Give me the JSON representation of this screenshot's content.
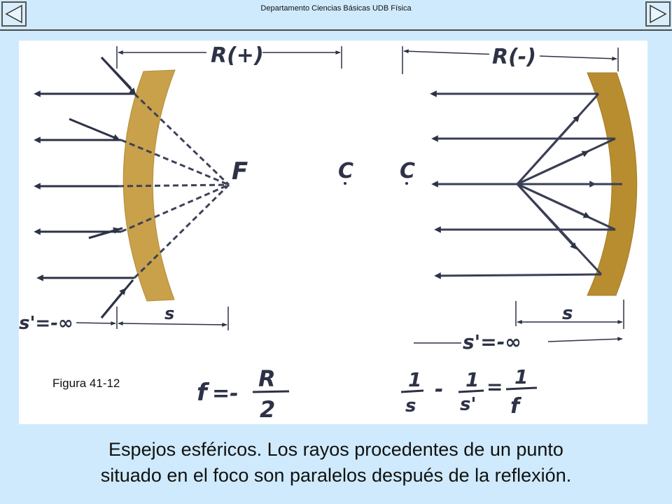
{
  "header": {
    "title": "Departamento Ciencias Básicas UDB Física"
  },
  "nav": {
    "prev_icon": "triangle-left-icon",
    "next_icon": "triangle-right-icon"
  },
  "figure": {
    "label": "Figura 41-12",
    "left_diagram": {
      "radius_label": "R(+)",
      "focus_label": "F",
      "center_label": "C",
      "image_distance_label": "s'=-∞",
      "object_distance_label": "s",
      "formula": {
        "lhs": "f",
        "eq": "=-",
        "numerator": "R",
        "denominator": "2"
      }
    },
    "right_diagram": {
      "radius_label": "R(-)",
      "center_label": "C",
      "object_distance_label": "s",
      "image_distance_label": "s'=-∞",
      "formula": {
        "term1_num": "1",
        "term1_den": "s",
        "minus": "-",
        "term2_num": "1",
        "term2_den": "s'",
        "equals": "=",
        "result_num": "1",
        "result_den": "f"
      }
    }
  },
  "caption": {
    "line1": "Espejos esféricos. Los rayos procedentes de un punto",
    "line2": "situado en el foco son paralelos después de la reflexión."
  },
  "colors": {
    "background": "#cfeafc",
    "mirror": "#c9a14a",
    "ray": "#2d3246"
  }
}
